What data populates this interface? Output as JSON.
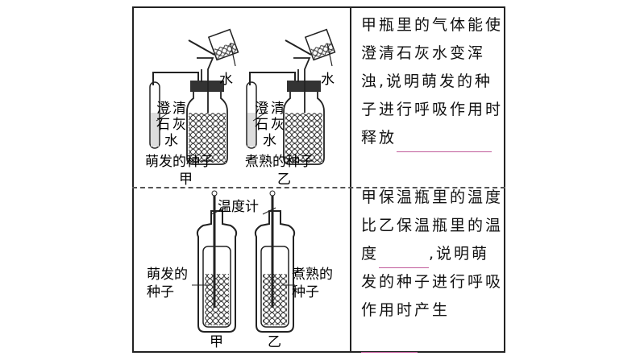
{
  "row1": {
    "diagram": {
      "water_left": "水",
      "water_right": "水",
      "limewater_left": [
        "澄",
        "清",
        "石",
        "灰",
        "水"
      ],
      "limewater_right": [
        "澄",
        "清",
        "石",
        "灰",
        "水"
      ],
      "seed_left": "萌发的种子",
      "seed_right": "煮熟的种子",
      "bottle_left": "甲",
      "bottle_right": "乙"
    },
    "lines": [
      "甲瓶里的气体能使",
      "澄清石灰水变浑",
      "浊,说明萌发的种",
      "子进行呼吸作用时",
      "释放"
    ]
  },
  "row2": {
    "diagram": {
      "thermometer": "温度计",
      "seed_left_1": "萌发的",
      "seed_left_2": "种子",
      "seed_right_1": "煮熟的",
      "seed_right_2": "种子",
      "flask_left": "甲",
      "flask_right": "乙"
    },
    "lines": [
      "甲保温瓶里的温度",
      "比乙保温瓶里的温",
      "度",
      ",说明萌",
      "发的种子进行呼吸",
      "作用时产生"
    ]
  }
}
